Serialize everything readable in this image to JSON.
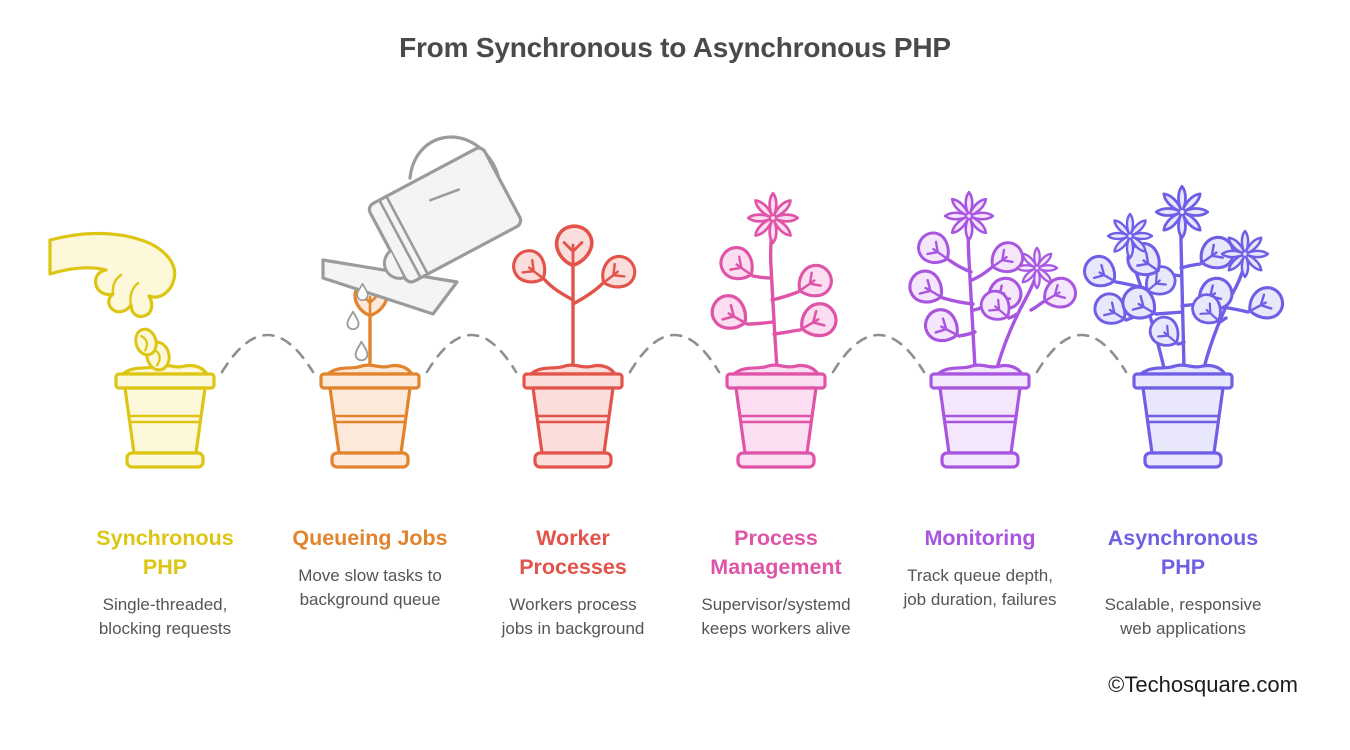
{
  "title": "From Synchronous to Asynchronous PHP",
  "watermark": "©Techosquare.com",
  "colors": {
    "background": "#ffffff",
    "title_text": "#4a4a4a",
    "description_text": "#555555",
    "connector": "#8f8f8f",
    "watering_can": "#9b9b9b",
    "watering_can_fill": "#f4f4f4"
  },
  "stages": [
    {
      "title": "Synchronous\nPHP",
      "description": "Single-threaded,\nblocking requests",
      "color": "#ddc514",
      "fill": "#fcf8d9",
      "icon": "hand-planting-seed-in-pot"
    },
    {
      "title": "Queueing Jobs",
      "description": "Move slow tasks to\nbackground queue",
      "color": "#e2832e",
      "fill": "#fce9d9",
      "icon": "watering-can-over-sprout-pot"
    },
    {
      "title": "Worker\nProcesses",
      "description": "Workers process\njobs in background",
      "color": "#e25349",
      "fill": "#fbdedc",
      "icon": "small-plant-in-pot"
    },
    {
      "title": "Process\nManagement",
      "description": "Supervisor/systemd\nkeeps workers alive",
      "color": "#e054a8",
      "fill": "#fbdef1",
      "icon": "flowering-plant-in-pot"
    },
    {
      "title": "Monitoring",
      "description": "Track queue depth,\njob duration, failures",
      "color": "#a855e0",
      "fill": "#f4e6fc",
      "icon": "two-stem-flowering-plant-in-pot"
    },
    {
      "title": "Asynchronous\nPHP",
      "description": "Scalable, responsive\nweb applications",
      "color": "#6f5fe6",
      "fill": "#e9e7fb",
      "icon": "full-bloom-plant-in-pot"
    }
  ]
}
